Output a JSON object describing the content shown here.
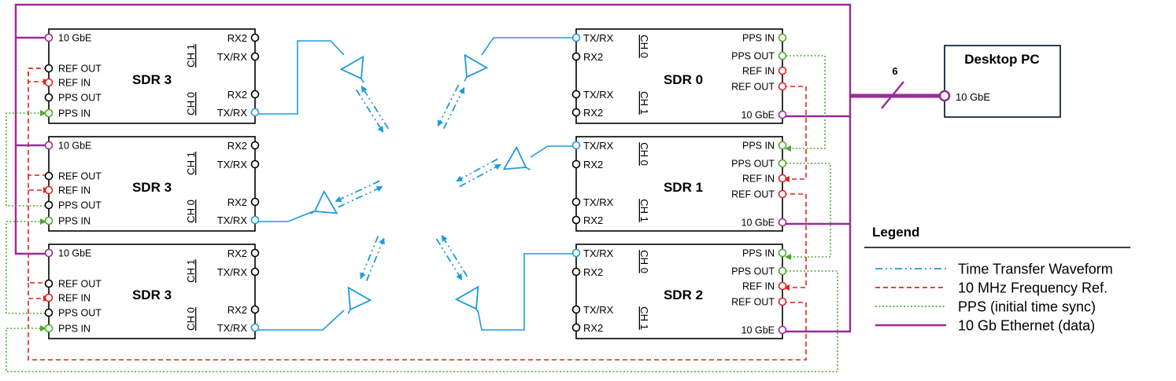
{
  "colors": {
    "ethernet": "#9b2a99",
    "freq_ref": "#e8201c",
    "pps": "#4ea72e",
    "time_transfer": "#1e9bd7",
    "line": "#000000"
  },
  "pc": {
    "title": "Desktop PC",
    "port": "10 GbE",
    "bus_count": "6"
  },
  "left_sdrs": [
    {
      "title": "SDR 3",
      "ports_left": [
        "10 GbE",
        "REF OUT",
        "REF IN",
        "PPS OUT",
        "PPS IN"
      ],
      "ports_right": [
        "RX2",
        "TX/RX",
        "RX2",
        "TX/RX"
      ],
      "ch_top": "CH 1",
      "ch_bottom": "CH 0"
    },
    {
      "title": "SDR 3",
      "ports_left": [
        "10 GbE",
        "REF OUT",
        "REF IN",
        "PPS OUT",
        "PPS IN"
      ],
      "ports_right": [
        "RX2",
        "TX/RX",
        "RX2",
        "TX/RX"
      ],
      "ch_top": "CH 1",
      "ch_bottom": "CH 0"
    },
    {
      "title": "SDR 3",
      "ports_left": [
        "10 GbE",
        "REF OUT",
        "REF IN",
        "PPS OUT",
        "PPS IN"
      ],
      "ports_right": [
        "RX2",
        "TX/RX",
        "RX2",
        "TX/RX"
      ],
      "ch_top": "CH 1",
      "ch_bottom": "CH 0"
    }
  ],
  "right_sdrs": [
    {
      "title": "SDR 0",
      "ports_left": [
        "TX/RX",
        "RX2",
        "TX/RX",
        "RX2"
      ],
      "ports_right": [
        "PPS IN",
        "PPS OUT",
        "REF IN",
        "REF OUT",
        "10 GbE"
      ],
      "ch_top": "CH 0",
      "ch_bottom": "CH 1"
    },
    {
      "title": "SDR 1",
      "ports_left": [
        "TX/RX",
        "RX2",
        "TX/RX",
        "RX2"
      ],
      "ports_right": [
        "PPS IN",
        "PPS OUT",
        "REF IN",
        "REF OUT",
        "10 GbE"
      ],
      "ch_top": "CH 0",
      "ch_bottom": "CH 1"
    },
    {
      "title": "SDR 2",
      "ports_left": [
        "TX/RX",
        "RX2",
        "TX/RX",
        "RX2"
      ],
      "ports_right": [
        "PPS IN",
        "PPS OUT",
        "REF IN",
        "REF OUT",
        "10 GbE"
      ],
      "ch_top": "CH 0",
      "ch_bottom": "CH 1"
    }
  ],
  "legend": {
    "title": "Legend",
    "items": [
      {
        "label": "Time Transfer Waveform",
        "style": "dashdot",
        "color": "#1e9bd7"
      },
      {
        "label": "10 MHz Frequency Ref.",
        "style": "dashed",
        "color": "#e8201c"
      },
      {
        "label": "PPS (initial time sync)",
        "style": "dotted",
        "color": "#4ea72e"
      },
      {
        "label": "10 Gb Ethernet (data)",
        "style": "solid",
        "color": "#9b2a99"
      }
    ]
  }
}
